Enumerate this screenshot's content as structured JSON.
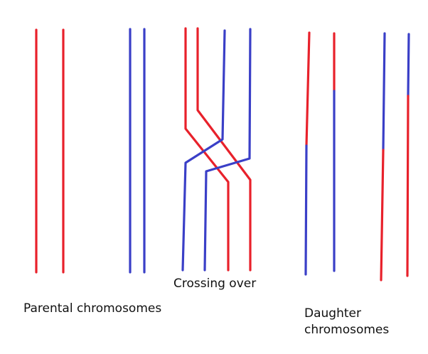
{
  "labels": {
    "crossing_over": "Crossing over",
    "parental": "Parental chromosomes",
    "daughter_line1": "Daughter",
    "daughter_line2": "chromosomes"
  },
  "colors": {
    "red": "#e8212b",
    "blue": "#3a3fc7",
    "text": "#111111"
  }
}
